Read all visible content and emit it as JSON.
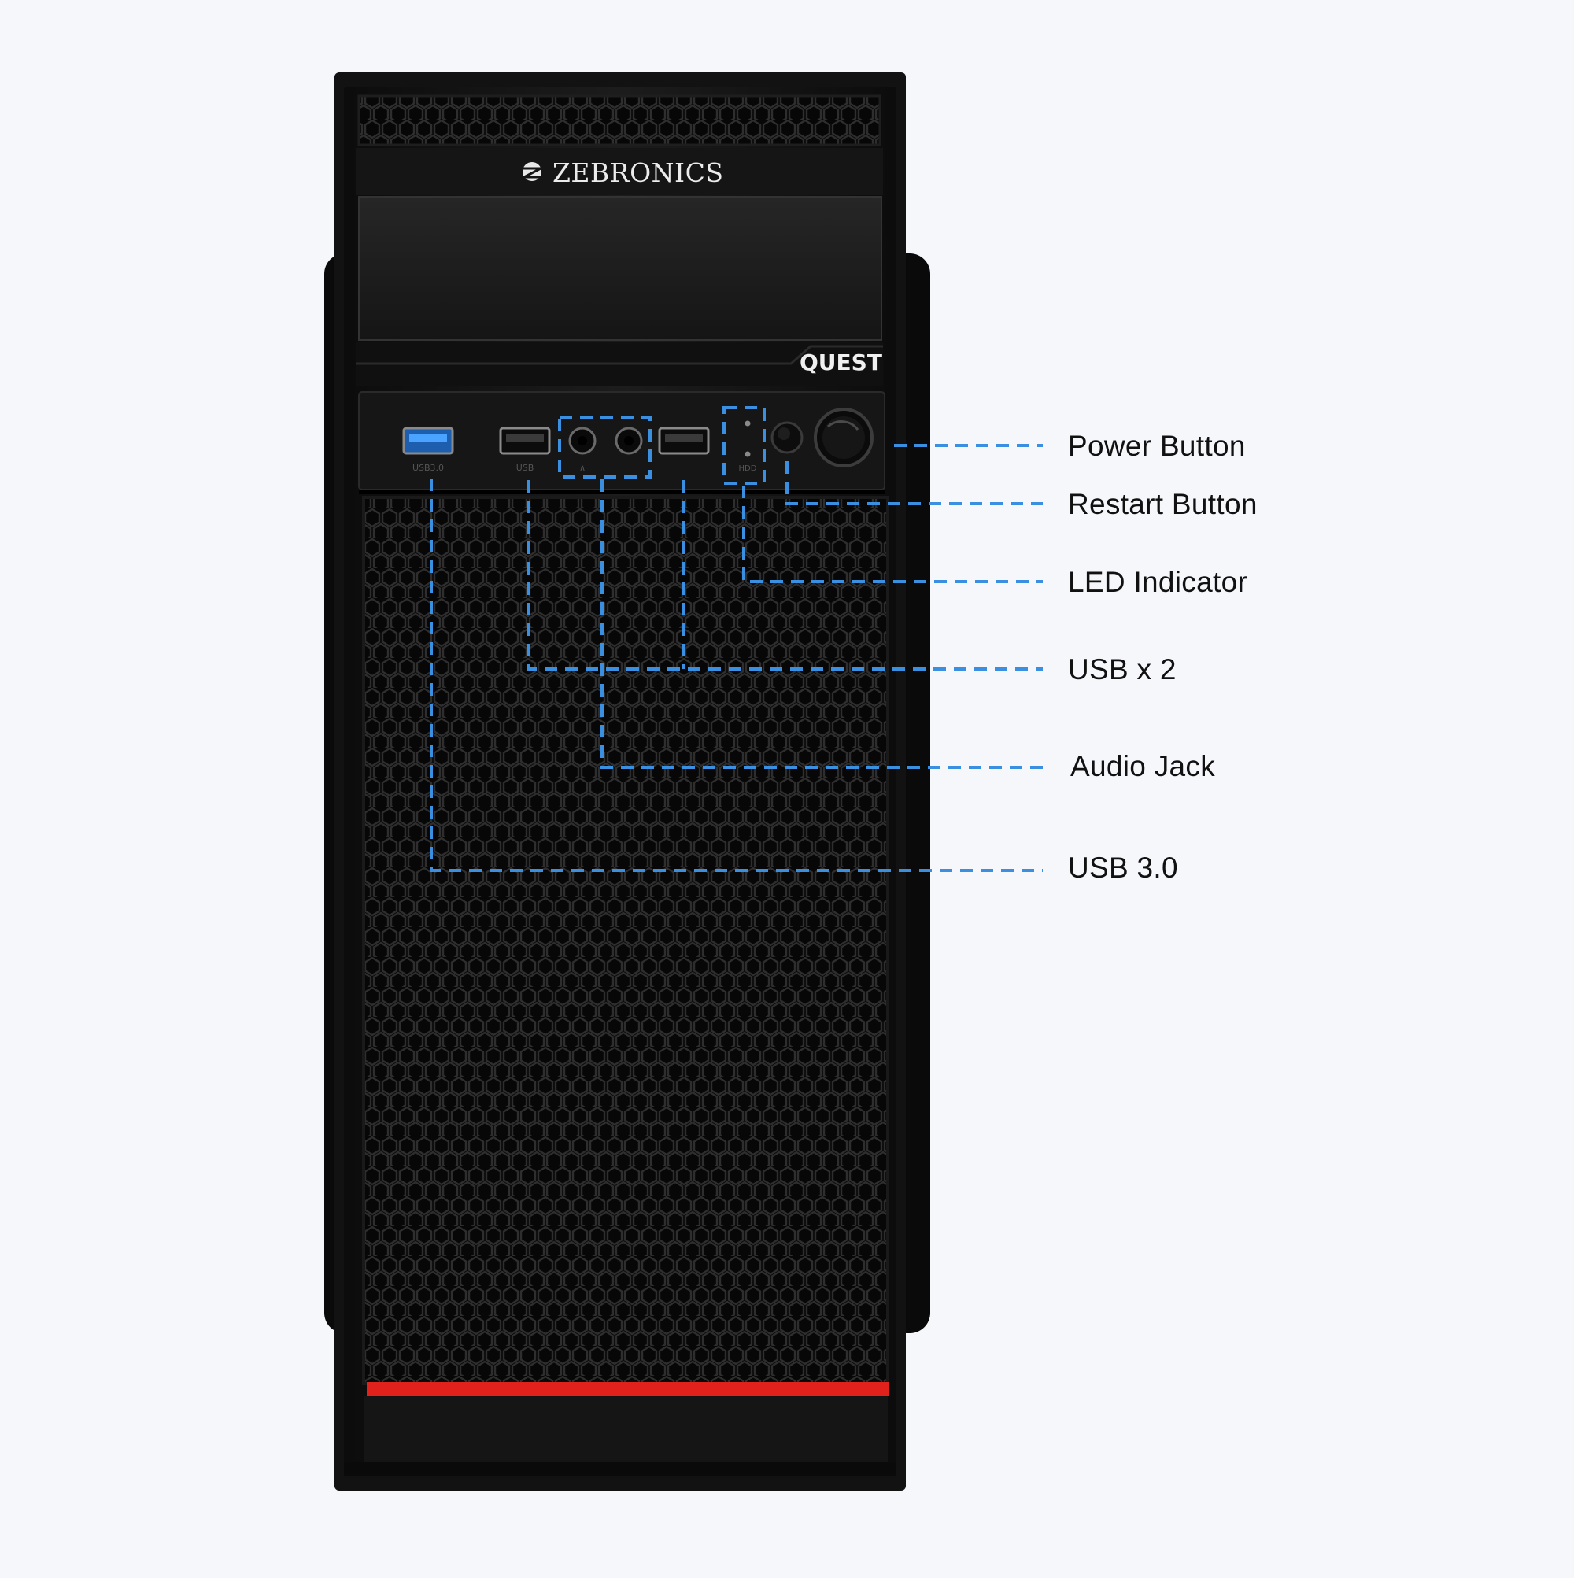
{
  "case": {
    "brand": "ZEBRONICS",
    "model": "QUEST",
    "port_labels": {
      "usb3": "USB3.0",
      "usb": "USB",
      "audio": "∧",
      "led": "HDD"
    }
  },
  "callouts": [
    {
      "id": "power",
      "label": "Power Button"
    },
    {
      "id": "restart",
      "label": "Restart Button"
    },
    {
      "id": "led",
      "label": "LED Indicator"
    },
    {
      "id": "usb2",
      "label": "USB x 2"
    },
    {
      "id": "audio",
      "label": "Audio Jack"
    },
    {
      "id": "usb3",
      "label": "USB 3.0"
    }
  ],
  "colors": {
    "background": "#f5f7fb",
    "case_body": "#131313",
    "accent_red": "#e0211c",
    "callout_line": "#3b8fe0",
    "usb3_port": "#2d7fd6",
    "label_text": "#111111"
  }
}
